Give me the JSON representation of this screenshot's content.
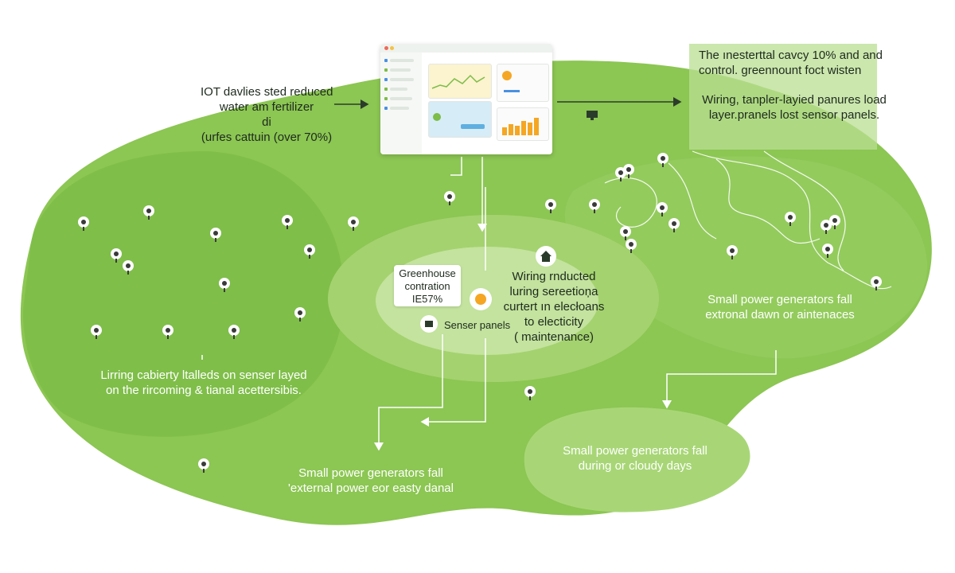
{
  "labels": {
    "left_top": [
      "IOT davlies sted reduced",
      "water am fertilizer",
      "di",
      "(urfes cattuin (over 70%)"
    ],
    "right_top_a": [
      "The ınesterttal cavcy 10% and and",
      "control. greennount foct wisten"
    ],
    "right_top_b": [
      "Wiring, tanpler-layied panures load",
      "layer.pranels lost sensor panels."
    ],
    "left_mid": [
      "Lirring cabierty ltalleds on senser layed",
      "on the rircoming & tianal acettersibis."
    ],
    "greenhouse": [
      "Greenhouse",
      "contration",
      "IE57%"
    ],
    "wiring_mid": [
      "Wiring rnducted",
      "luring sereetioņa",
      "curtert ın elecłoans",
      "to electicity",
      "( maintenance)"
    ],
    "sensor_panels": "Senser panels",
    "right_mid": [
      "Small power generators fall",
      "extronal dawn or aintenaces"
    ],
    "bottom_center": [
      "Small power generators fall",
      "'external power eor easty danal"
    ],
    "bottom_right": [
      "Small power generators fall",
      "during or cloudy days"
    ]
  },
  "icons": {
    "device": "sensor-node-icon",
    "home": "house-icon",
    "sun": "sun-icon",
    "monitor": "monitor-icon",
    "sensor_panel": "sensor-panel-icon"
  },
  "colors": {
    "field": "#8cc653",
    "field_dark": "#7dbd48",
    "field_light": "#a8d676",
    "accent_orange": "#f5a623"
  }
}
